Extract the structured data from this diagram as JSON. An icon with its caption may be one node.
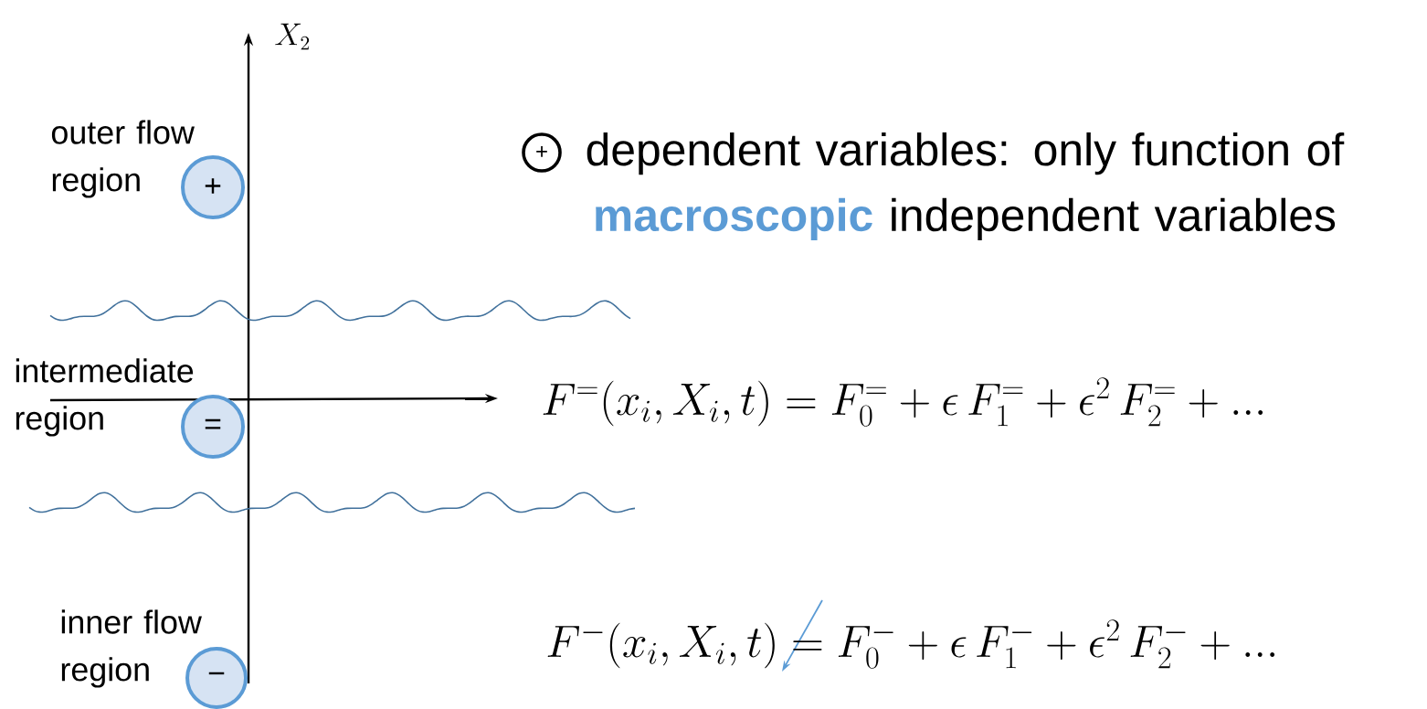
{
  "diagram": {
    "nodes": [
      {
        "text": [
          "+"
        ],
        "beside": [
          "outer flow region"
        ]
      },
      {
        "text": [
          "="
        ],
        "beside": [
          "intermediate region"
        ]
      },
      {
        "text": [
          "−"
        ],
        "beside": [
          "inner flow region"
        ]
      },
      {
        "text": [
          "+"
        ],
        "beside": [
          "dependent variables:  only function of **macroscopic** independent variables"
        ]
      }
    ],
    "labels": [
      "X_2",
      "F^{=}(x_i,X_i,t) = F_0^{=} + \\epsilon\\, F_1^{=} + \\epsilon^2\\, F_2^{=} + ...",
      "F^{-}(x_i,X_i,t) = F_0^{-} + \\epsilon\\, F_1^{-} + \\epsilon^2\\, F_2^{-} + ..."
    ]
  }
}
